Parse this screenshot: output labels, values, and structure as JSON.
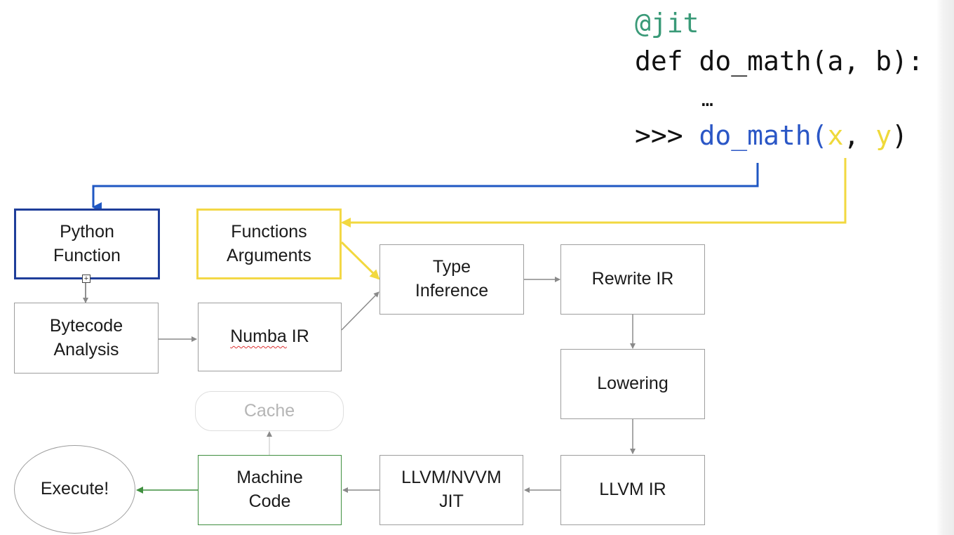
{
  "code": {
    "decorator": "@jit",
    "def_line": "def do_math(a, b):",
    "ellipsis": "…",
    "prompt": ">>>",
    "call_func": "do_math",
    "call_open": "(",
    "arg_x": "x",
    "comma": ",",
    "arg_y": "y",
    "call_close": ")"
  },
  "nodes": {
    "python_function": "Python\nFunction",
    "function_arguments": "Functions\nArguments",
    "type_inference": "Type\nInference",
    "rewrite_ir": "Rewrite IR",
    "bytecode_analysis": "Bytecode\nAnalysis",
    "numba_ir_word": "Numba",
    "numba_ir_rest": " IR",
    "lowering": "Lowering",
    "cache": "Cache",
    "execute": "Execute!",
    "machine_code": "Machine\nCode",
    "llvm_nvvm_jit": "LLVM/NVVM\nJIT",
    "llvm_ir": "LLVM IR"
  },
  "colors": {
    "blue": "#1f57c3",
    "yellow": "#f2d83f",
    "green": "#3f8f3f",
    "gray": "#8a8a8a"
  }
}
